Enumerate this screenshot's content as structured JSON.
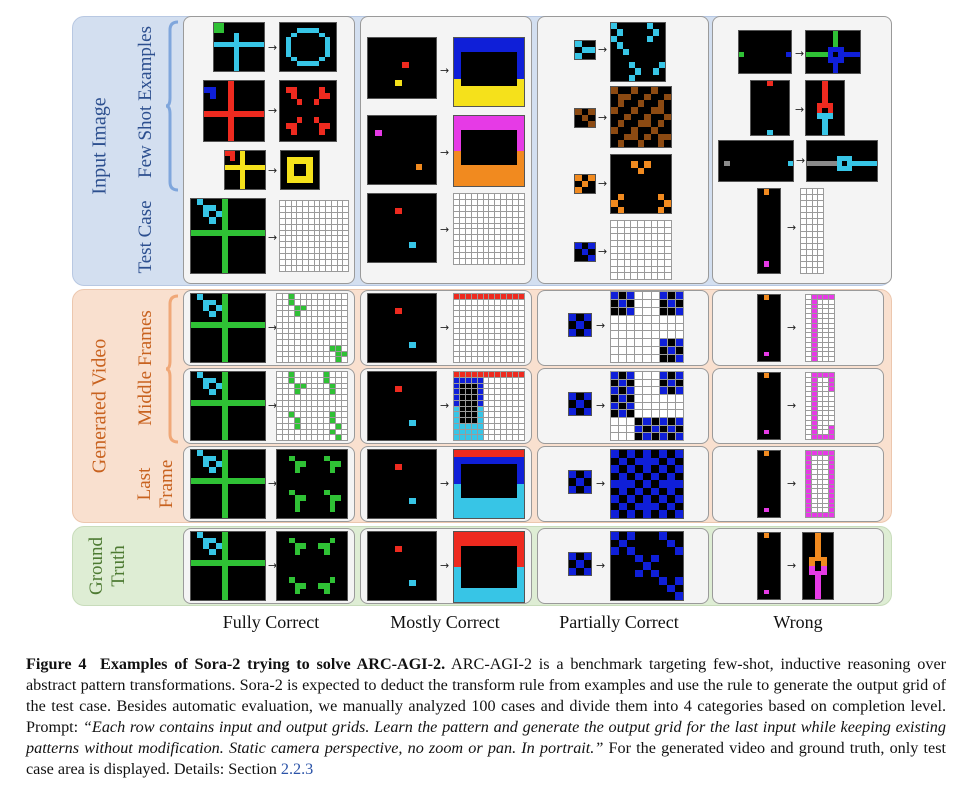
{
  "row_labels": {
    "input_image": "Input Image",
    "few_shot_examples": "Few Shot Examples",
    "test_case": "Test Case",
    "generated_video": "Generated Video",
    "middle_frames": "Middle Frames",
    "last_frame_line1": "Last",
    "last_frame_line2": "Frame",
    "ground_truth_line1": "Ground",
    "ground_truth_line2": "Truth"
  },
  "columns": [
    "Fully Correct",
    "Mostly Correct",
    "Partially Correct",
    "Wrong"
  ],
  "caption": {
    "figure_label": "Figure 4",
    "title": "Examples of Sora-2 trying to solve ARC-AGI-2.",
    "text_1": "ARC-AGI-2 is a benchmark targeting few-shot, inductive reasoning over abstract pattern transformations. Sora-2 is expected to deduct the transform rule from examples and use the rule to generate the output grid of the test case. Besides automatic evaluation, we manually analyzed 100 cases and divide them into 4 categories based on completion level. Prompt: ",
    "prompt": "“Each row contains input and output grids. Learn the pattern and generate the output grid for the last input while keeping existing patterns without modification. Static camera perspective, no zoom or pan. In portrait.”",
    "text_2": " For the generated video and ground truth, only test case area is displayed. Details: Section ",
    "section_ref": "2.2.3"
  },
  "colors": {
    "input_band": "#d3dff0",
    "generated_band": "#f9e0cf",
    "ground_truth_band": "#deedd4",
    "cyan": "#37c5e6",
    "green": "#2fc135",
    "red": "#ee2a1f",
    "yellow": "#f5e11b",
    "blue": "#0f1fd8",
    "magenta": "#e63ae6",
    "orange": "#f18a1f",
    "brown": "#8c4a12",
    "gray": "#8a8a8a",
    "black": "#000000"
  },
  "arrow_symbol": "→"
}
